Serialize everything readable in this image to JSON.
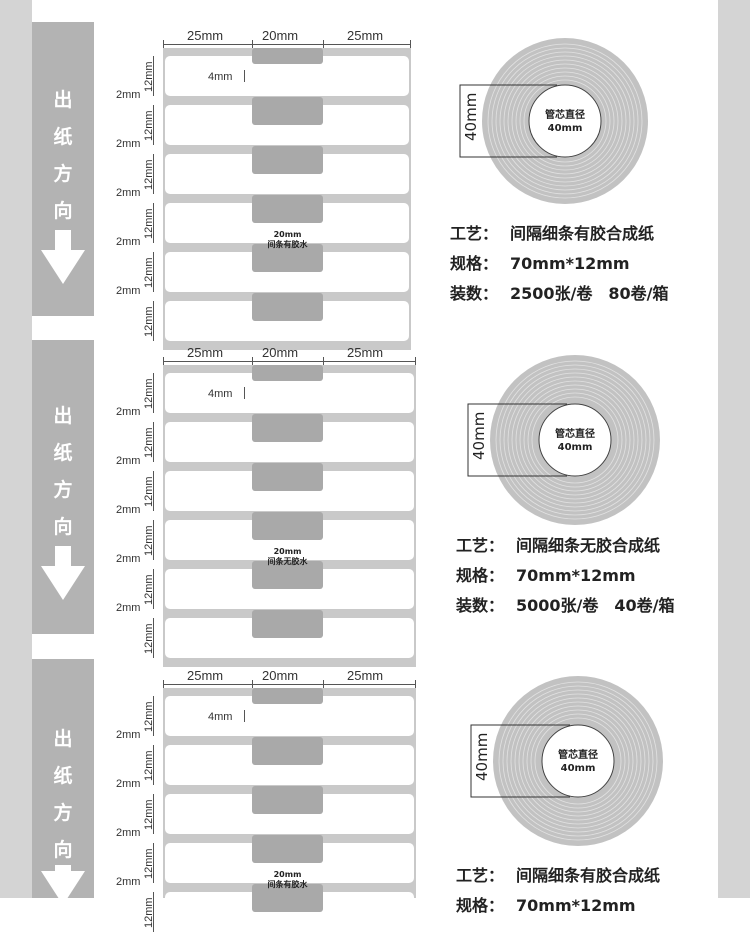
{
  "direction": {
    "chars": [
      "出",
      "纸",
      "方",
      "向"
    ]
  },
  "dims": {
    "w_left": "25mm",
    "w_mid": "20mm",
    "w_right": "25mm",
    "gap": "2mm",
    "height": "12mm",
    "tab_h": "4mm",
    "roll_dia": "40mm"
  },
  "core": {
    "line1": "管芯直径",
    "line2": "40mm"
  },
  "sections": [
    {
      "tab_badge_line1": "20mm",
      "tab_badge_line2": "间条有胶水",
      "specs": [
        {
          "key": "工艺：",
          "value": "间隔细条有胶合成纸"
        },
        {
          "key": "规格：",
          "value": "70mm*12mm"
        },
        {
          "key": "装数：",
          "value": "2500张/卷　80卷/箱"
        }
      ]
    },
    {
      "tab_badge_line1": "20mm",
      "tab_badge_line2": "间条无胶水",
      "specs": [
        {
          "key": "工艺：",
          "value": "间隔细条无胶合成纸"
        },
        {
          "key": "规格：",
          "value": "70mm*12mm"
        },
        {
          "key": "装数：",
          "value": "5000张/卷　40卷/箱"
        }
      ]
    },
    {
      "tab_badge_line1": "20mm",
      "tab_badge_line2": "间条有胶水",
      "specs": [
        {
          "key": "工艺：",
          "value": "间隔细条有胶合成纸"
        },
        {
          "key": "规格：",
          "value": "70mm*12mm"
        }
      ]
    }
  ],
  "colors": {
    "bar": "#b3b3b3",
    "tab": "#a9a9a9",
    "roll": "#c2c2c2"
  }
}
